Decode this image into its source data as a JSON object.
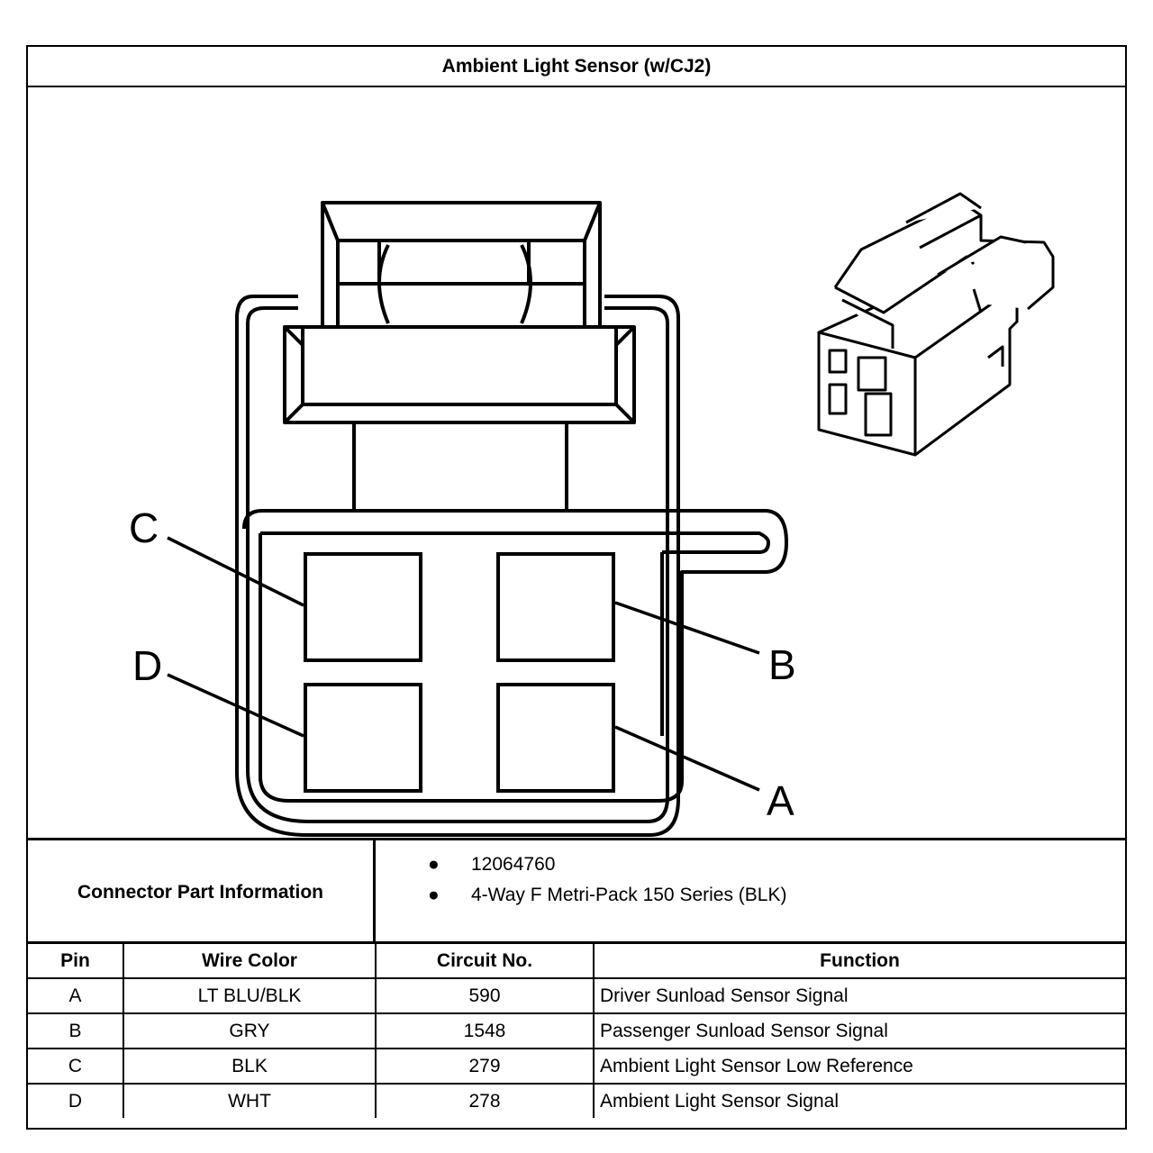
{
  "title": "Ambient Light Sensor (w/CJ2)",
  "connector_info": {
    "label": "Connector Part Information",
    "items": [
      "12064760",
      "4-Way F Metri-Pack 150 Series (BLK)"
    ]
  },
  "pin_labels": {
    "c": "C",
    "d": "D",
    "b": "B",
    "a": "A"
  },
  "table": {
    "headers": [
      "Pin",
      "Wire Color",
      "Circuit No.",
      "Function"
    ],
    "rows": [
      [
        "A",
        "LT BLU/BLK",
        "590",
        "Driver Sunload Sensor Signal"
      ],
      [
        "B",
        "GRY",
        "1548",
        "Passenger Sunload Sensor Signal"
      ],
      [
        "C",
        "BLK",
        "279",
        "Ambient Light Sensor Low Reference"
      ],
      [
        "D",
        "WHT",
        "278",
        "Ambient Light Sensor Signal"
      ]
    ]
  }
}
